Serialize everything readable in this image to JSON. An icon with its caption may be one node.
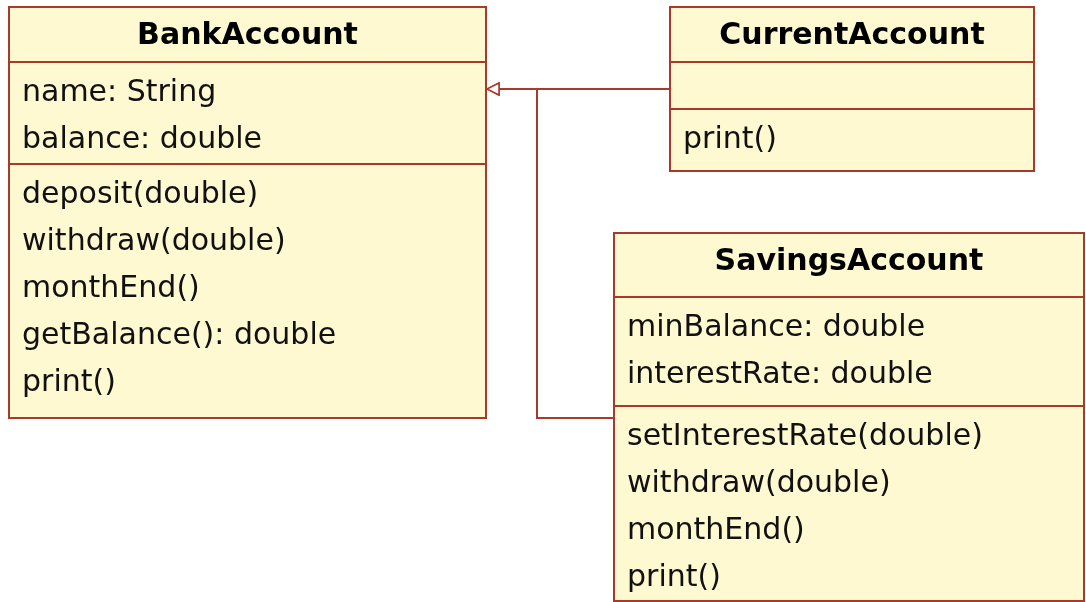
{
  "diagram": {
    "nodes": [
      {
        "text": [
          "BankAccount"
        ]
      },
      {
        "text": [
          "name: String",
          "balance: double"
        ],
        "in": 0
      },
      {
        "text": [
          "deposit(double)",
          "withdraw(double)",
          "monthEnd()",
          "getBalance(): double",
          "print()"
        ],
        "in": 0
      },
      {
        "text": [
          "CurrentAccount"
        ]
      },
      {
        "text": [],
        "shape": "box",
        "in": 3
      },
      {
        "text": [
          "print()"
        ],
        "in": 3
      },
      {
        "text": [
          "SavingsAccount"
        ]
      },
      {
        "text": [
          "minBalance: double",
          "interestRate: double"
        ],
        "in": 6
      },
      {
        "text": [
          "setInterestRate(double)",
          "withdraw(double)",
          "monthEnd()",
          "print()"
        ],
        "in": 6
      }
    ],
    "edges": [
      {
        "from": 3,
        "to": 0,
        "arrow": "to"
      },
      {
        "from": 6,
        "to": 0,
        "arrow": "to"
      }
    ]
  }
}
